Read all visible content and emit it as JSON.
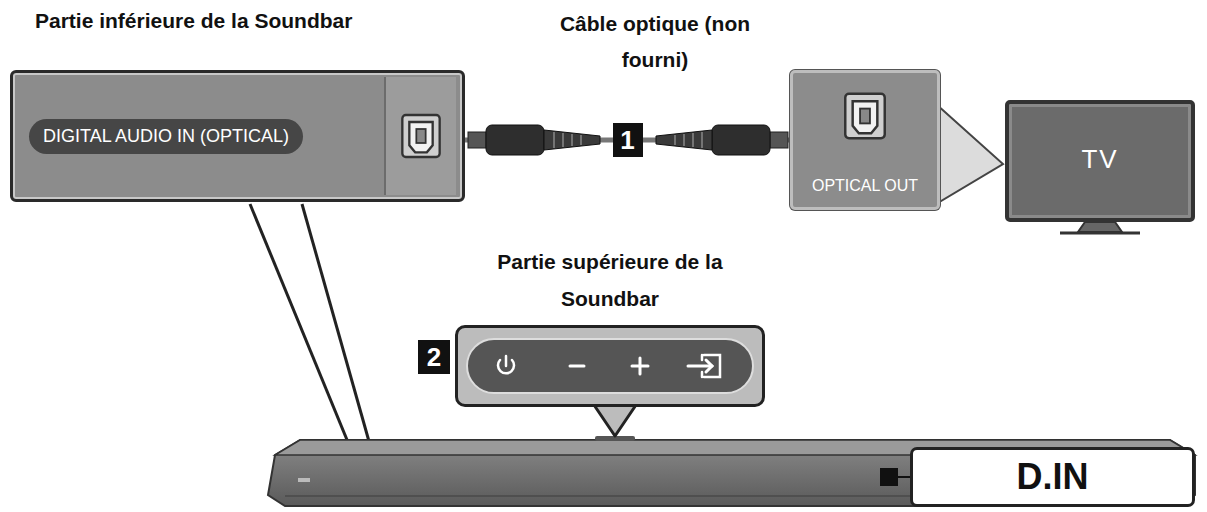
{
  "diagram": {
    "nodes": [
      {
        "text": [
          "Partie inférieure de la Soundbar",
          "DIGITAL AUDIO IN (OPTICAL)"
        ]
      },
      {
        "text": [
          "OPTICAL OUT"
        ]
      },
      {
        "text": [
          "TV"
        ]
      },
      {
        "text": [
          "Partie supérieure de la Soundbar"
        ]
      },
      {
        "text": [
          "D.IN"
        ]
      }
    ],
    "edges": [
      {
        "from": 0,
        "to": 1,
        "arrow": "none",
        "label": "1"
      }
    ],
    "labels": [
      "Câble optique (non fourni)",
      "2"
    ]
  }
}
